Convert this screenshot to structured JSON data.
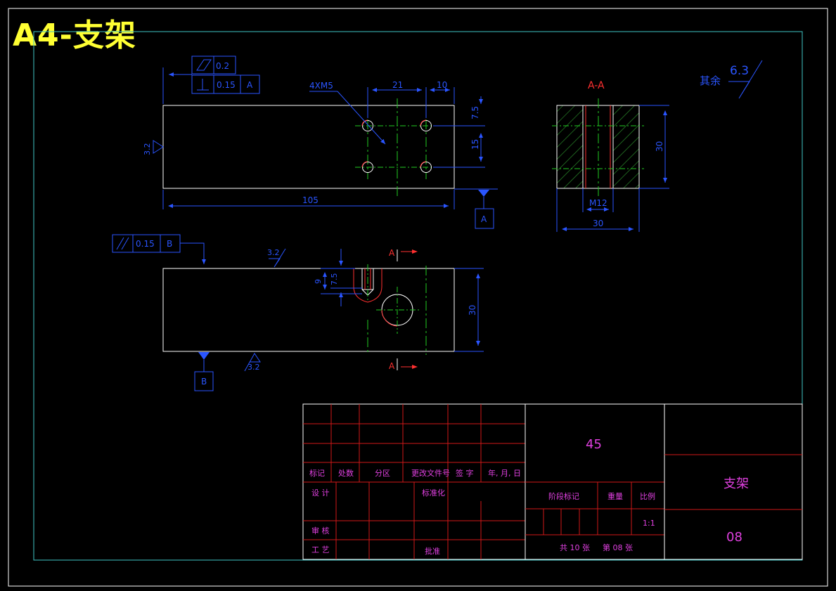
{
  "header": {
    "title": "A4-支架"
  },
  "front_view": {
    "flatness_tol": "0.2",
    "perp_tol": "0.15",
    "perp_datum": "A",
    "hole_callout": "4XM5",
    "dim_21": "21",
    "dim_10": "10",
    "dim_7_5": "7.5",
    "dim_15": "15",
    "dim_105": "105",
    "roughness_left": "3.2",
    "datum_a": "A"
  },
  "section_view": {
    "label": "A-A",
    "dim_30_h": "30",
    "thread": "M12",
    "dim_30_w": "30"
  },
  "general_roughness": {
    "label": "其余",
    "value": "6.3"
  },
  "top_view": {
    "parallel_tol": "0.15",
    "parallel_datum": "B",
    "roughness_top": "3.2",
    "roughness_bottom": "3.2",
    "dim_9": "9",
    "dim_7_5": "7.5",
    "dim_30": "30",
    "section_mark_top": "A",
    "section_mark_bottom": "A",
    "datum_b": "B"
  },
  "title_block": {
    "material": "45",
    "part_name": "支架",
    "drawing_no": "08",
    "rev_headers": [
      "标记",
      "处数",
      "分区",
      "更改文件号",
      "签 字",
      "年, 月, 日"
    ],
    "design": "设 计",
    "standardize": "标准化",
    "review": "审 核",
    "process": "工 艺",
    "approve": "批准",
    "stage_mark": "阶段标记",
    "weight": "重量",
    "scale_label": "比例",
    "scale": "1:1",
    "sheets_total": "共 10 张",
    "sheet_no": "第 08 张"
  }
}
